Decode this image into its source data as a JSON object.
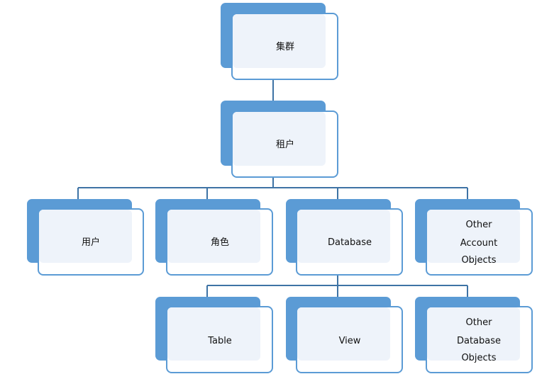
{
  "diagram": {
    "root": {
      "label": "集群"
    },
    "tenant": {
      "label": "租户"
    },
    "level2": [
      {
        "label": "用户"
      },
      {
        "label": "角色"
      },
      {
        "label": "Database"
      },
      {
        "lines": [
          "Other",
          "Account",
          "Objects"
        ]
      }
    ],
    "level3": [
      {
        "label": "Table"
      },
      {
        "label": "View"
      },
      {
        "lines": [
          "Other",
          "Database",
          "Objects"
        ]
      }
    ],
    "colors": {
      "box_back": "#5b9bd5",
      "box_front_border": "#5b9bd5",
      "box_fill": "#eef3fa",
      "connector": "#3e73a5"
    }
  }
}
